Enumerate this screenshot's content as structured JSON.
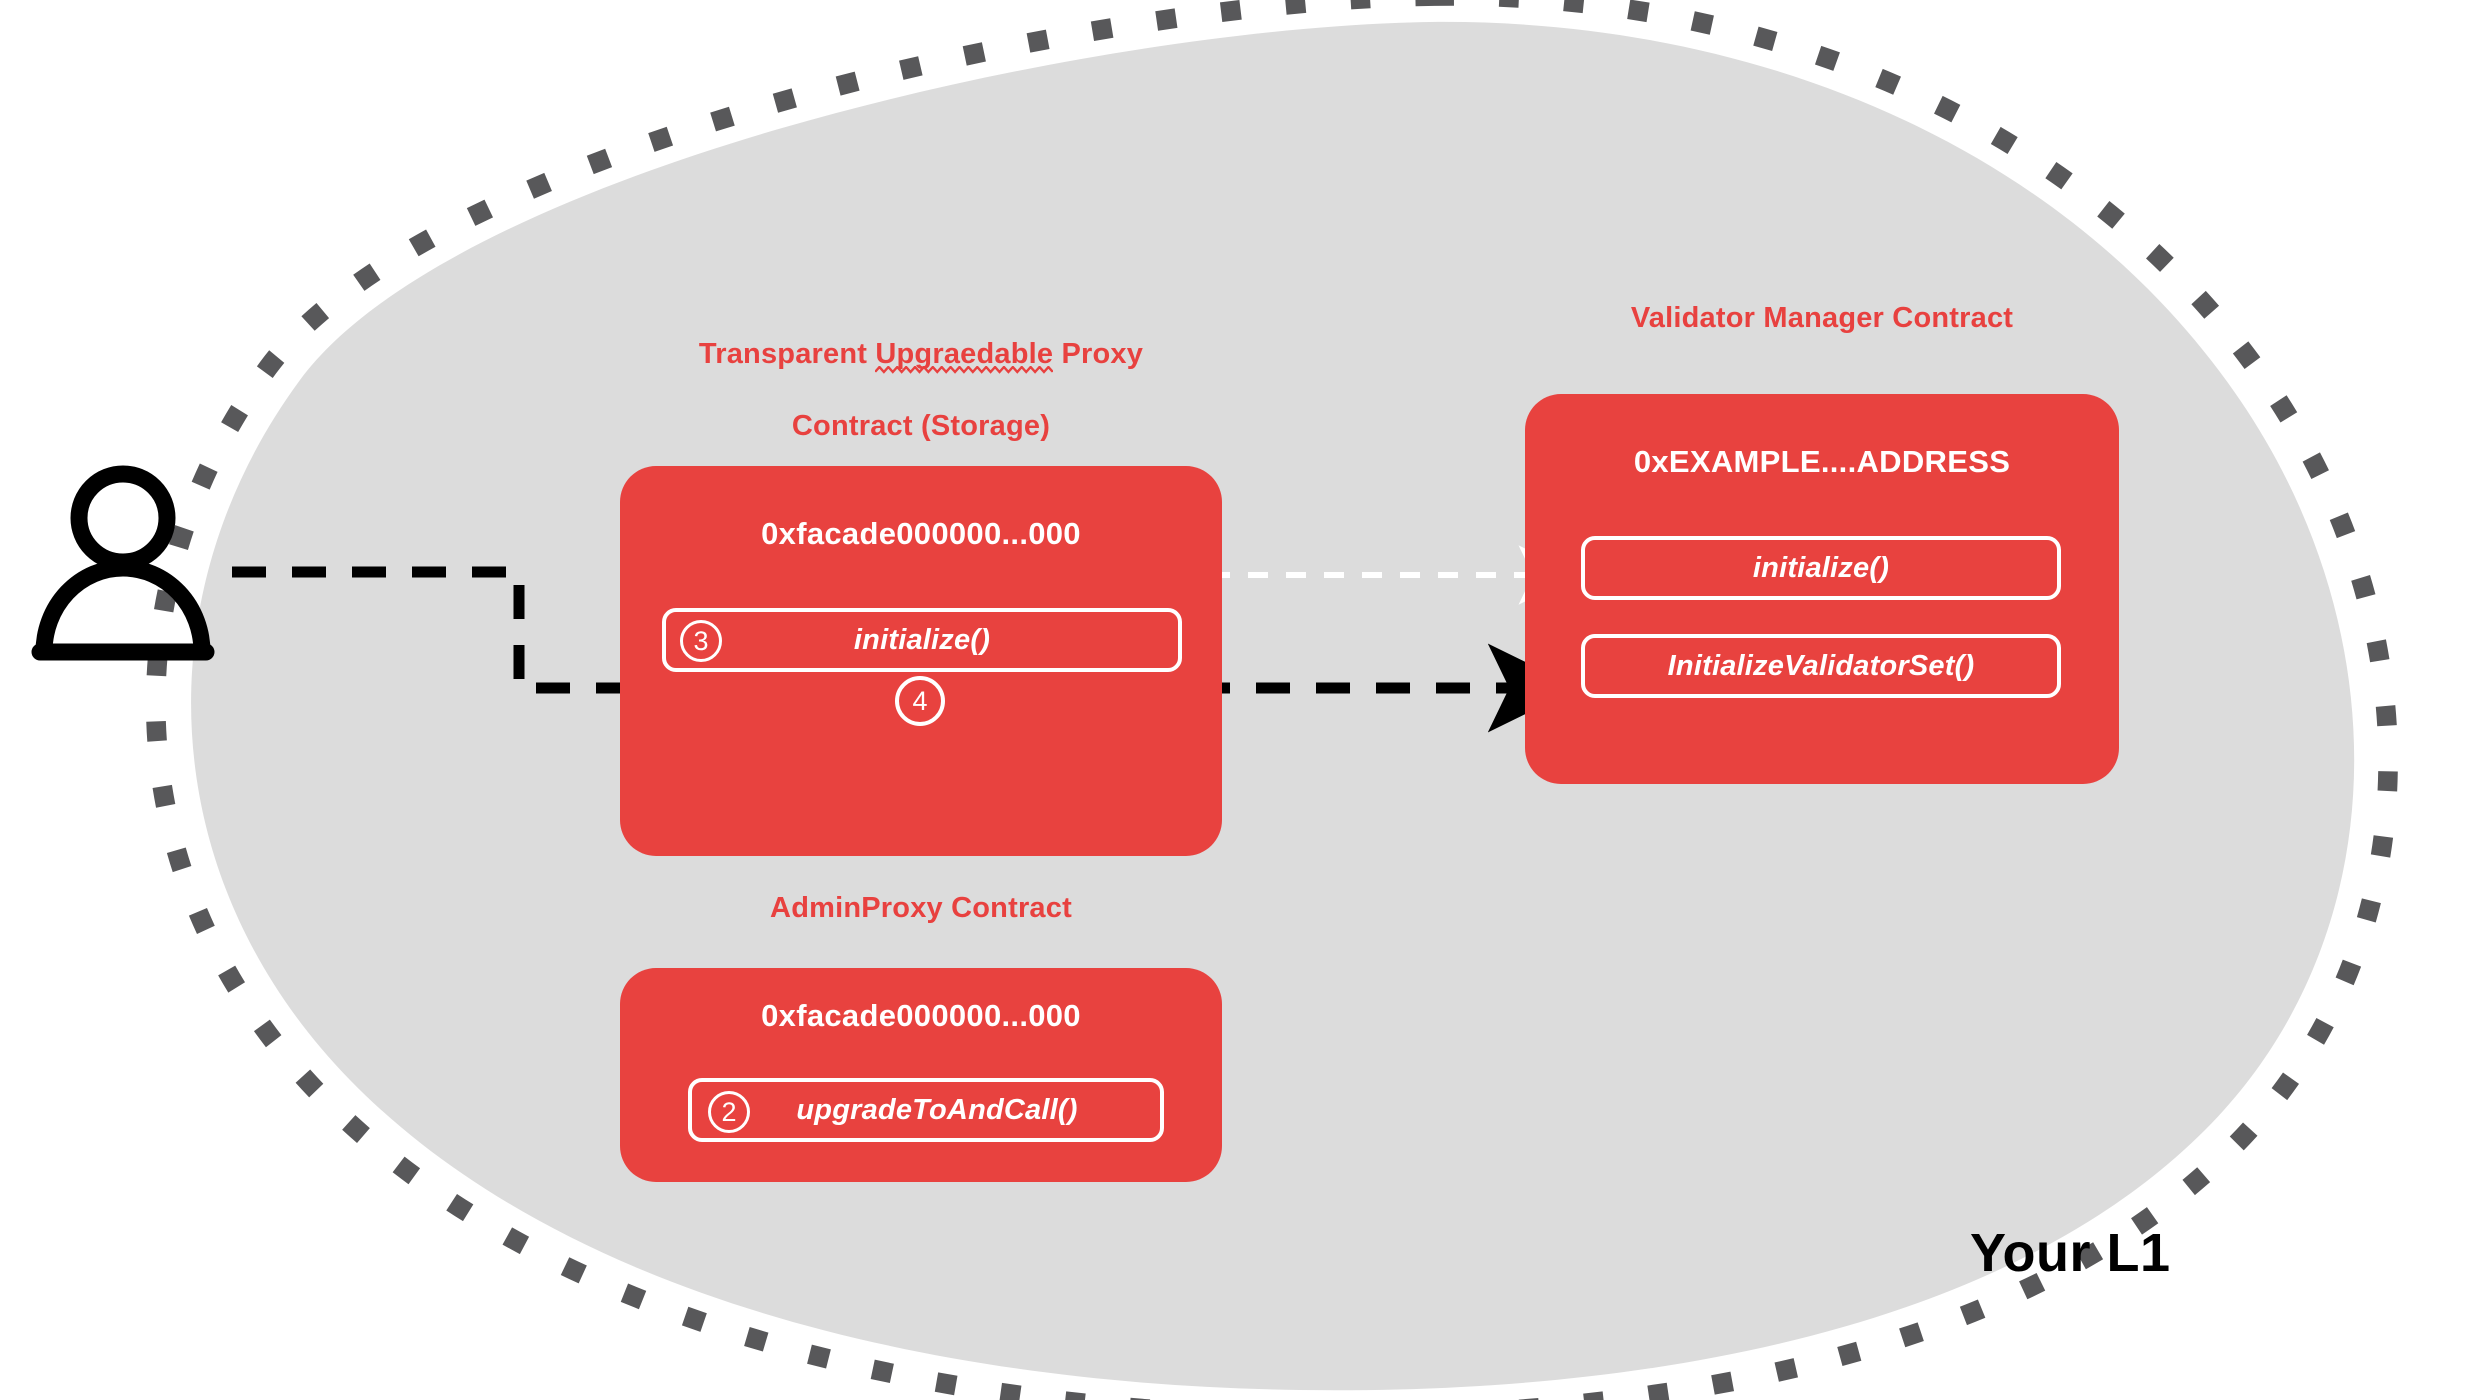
{
  "diagram": {
    "region_label": "Your L1",
    "actor": {
      "icon": "user-person-icon"
    },
    "colors": {
      "blob_fill": "#dcdcdc",
      "blob_border": "#58585a",
      "contract_red": "#e8423f",
      "title_red": "#e8413f",
      "white": "#ffffff",
      "black": "#000000"
    }
  },
  "contracts": [
    {
      "id": "transparent-proxy",
      "title": "Transparent Upgraedable Proxy\nContract (Storage)",
      "title_line1_a": "Transparent ",
      "title_line1_misspelled": "Upgraedable",
      "title_line1_b": " Proxy",
      "title_line2": "Contract (Storage)",
      "address": "0xfacade000000...000",
      "functions": [
        {
          "step": "3",
          "label": "initialize()"
        }
      ],
      "loose_step": "4"
    },
    {
      "id": "validator-manager",
      "title": "Validator Manager Contract",
      "address": "0xEXAMPLE....ADDRESS",
      "functions": [
        {
          "step": null,
          "label": "initialize()"
        },
        {
          "step": null,
          "label": "InitializeValidatorSet()"
        }
      ]
    },
    {
      "id": "admin-proxy",
      "title": "AdminProxy  Contract",
      "address": "0xfacade000000...000",
      "functions": [
        {
          "step": "2",
          "label": "upgradeToAndCall()"
        }
      ]
    }
  ],
  "connections": [
    {
      "id": "user-to-initialize-validator-set",
      "style": "dashed-black-thick",
      "from": "user",
      "to": "InitializeValidatorSet()"
    },
    {
      "id": "proxy-initialize-to-vm-initialize",
      "style": "dashed-white-thin",
      "from": "initialize()",
      "to": "initialize()"
    }
  ]
}
